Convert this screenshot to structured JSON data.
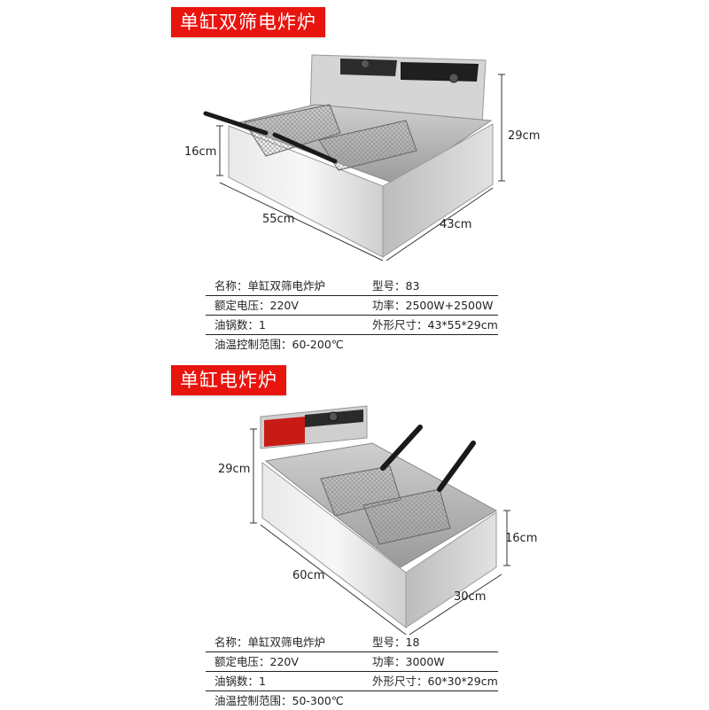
{
  "product1": {
    "title": "单缸双筛电炸炉",
    "dimensions": {
      "height": "29cm",
      "depth": "16cm",
      "width": "55cm",
      "length": "43cm"
    },
    "specs": [
      {
        "left": "名称：单缸双筛电炸炉",
        "right": "型号：83"
      },
      {
        "left": "额定电压：220V",
        "right": "功率：2500W+2500W"
      },
      {
        "left": "油锅数：1",
        "right": "外形尺寸：43*55*29cm"
      },
      {
        "left": "油温控制范围：60-200℃",
        "right": ""
      }
    ]
  },
  "product2": {
    "title": "单缸电炸炉",
    "dimensions": {
      "height": "29cm",
      "depth": "16cm",
      "width": "60cm",
      "length": "30cm"
    },
    "specs": [
      {
        "left": "名称：单缸双筛电炸炉",
        "right": "型号：18"
      },
      {
        "left": "额定电压：220V",
        "right": "功率：3000W"
      },
      {
        "left": "油锅数：1",
        "right": "外形尺寸：60*30*29cm"
      },
      {
        "left": "油温控制范围：50-300℃",
        "right": ""
      }
    ]
  },
  "colors": {
    "banner": "#e8150f",
    "steel": "#d9d9d9",
    "handle": "#1a1a1a"
  }
}
